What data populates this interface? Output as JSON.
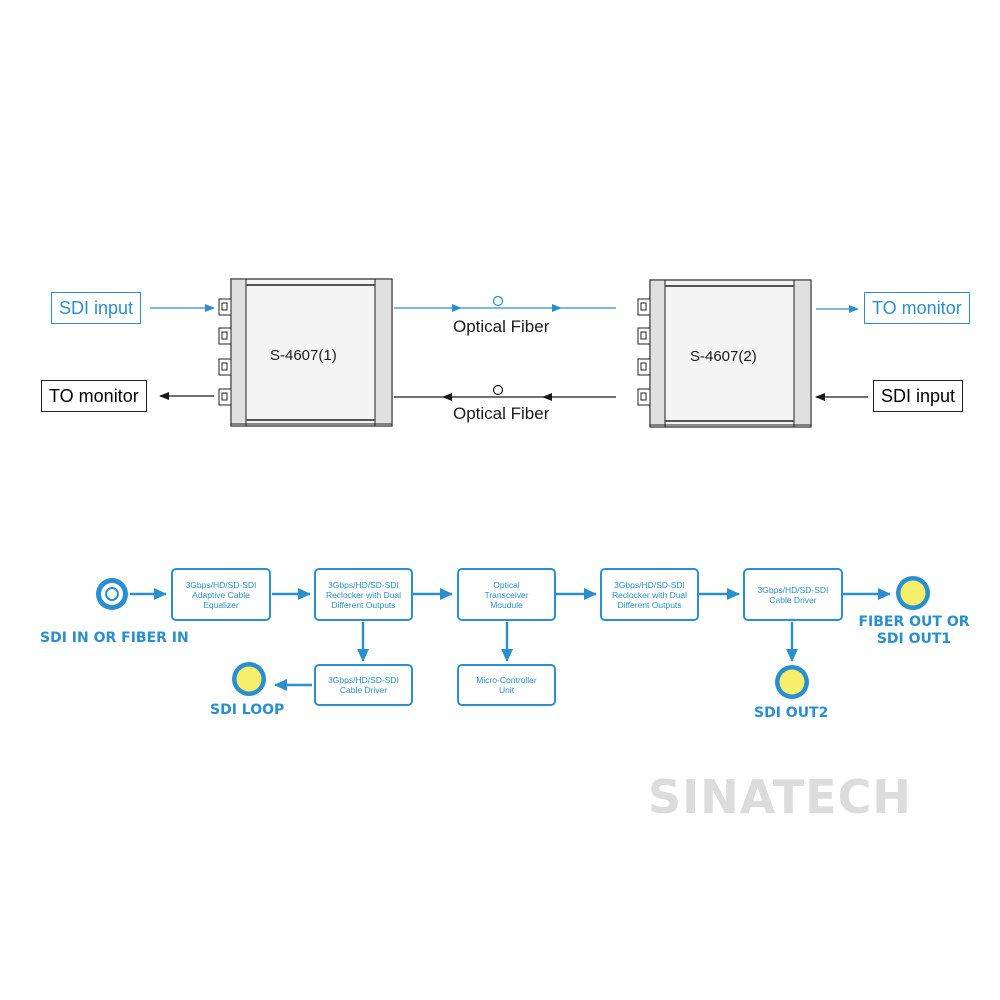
{
  "top_diagram": {
    "left_device": {
      "name": "S-4607(1)"
    },
    "right_device": {
      "name": "S-4607(2)"
    },
    "left_input_label": "SDI input",
    "left_output_label": "TO monitor",
    "right_output_label": "TO monitor",
    "right_input_label": "SDI input",
    "fiber_top_label": "Optical Fiber",
    "fiber_bottom_label": "Optical Fiber"
  },
  "block_diagram": {
    "input_label": "SDI IN OR FIBER IN",
    "blocks": {
      "equalizer": [
        "3Gbps/HD/SD-SDI",
        "Adaptive Cable",
        "Equalizer"
      ],
      "reclocker1": [
        "3Gbps/HD/SD-SDI",
        "Reclocker with Dual",
        "Different Outputs"
      ],
      "cable_driver1": [
        "3Gbps/HD/SD-SDI",
        "Cable Driver"
      ],
      "transceiver": [
        "Optical",
        "Transceiver",
        "Moudule"
      ],
      "mcu": [
        "Micro-Controller",
        "Unit"
      ],
      "reclocker2": [
        "3Gbps/HD/SD-SDI",
        "Reclocker with Dual",
        "Different Outputs"
      ],
      "cable_driver2": [
        "3Gbps/HD/SD-SDI",
        "Cable Driver"
      ]
    },
    "sdi_loop_label": "SDI LOOP",
    "fiber_out_label_line1": "FIBER OUT OR",
    "fiber_out_label_line2": "SDI OUT1",
    "sdi_out2_label": "SDI OUT2"
  },
  "brand": "SINATECH",
  "colors": {
    "accent_blue": "#2a8fd0",
    "connector_yellow": "#f7ef6a",
    "ink": "#1a1a1a",
    "watermark": "#dcdcdc"
  }
}
